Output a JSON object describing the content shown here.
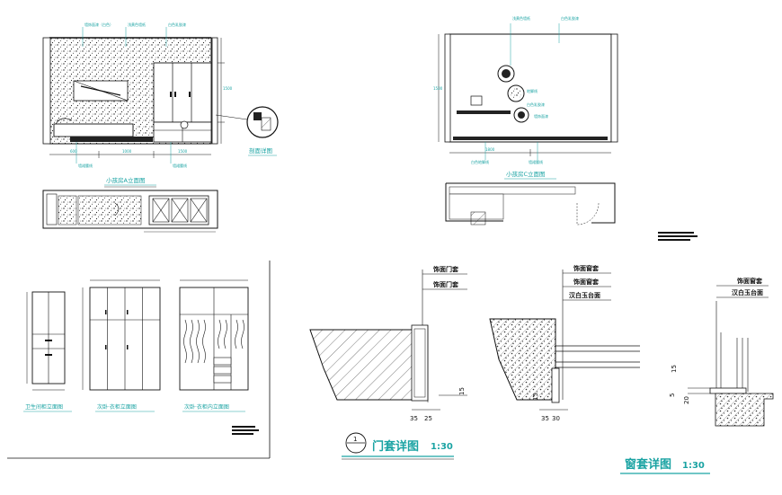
{
  "colors": {
    "line": "#111111",
    "cyan": "#1aa3a3",
    "paper": "#ffffff"
  },
  "drawings": {
    "elevation_a": {
      "caption": "小孩房A立面图",
      "leader_top": [
        "墙饰面漆（白色）",
        "浅黄色墙纸",
        "白色乳胶漆"
      ],
      "leader_bottom": [
        "墙裙腰线",
        "墙裙腰线"
      ],
      "section_label": "剖面详图",
      "dims": [
        "600",
        "1000",
        "1500",
        "1500"
      ]
    },
    "elevation_c": {
      "caption": "小孩房C立面图",
      "leader_top": [
        "浅黄色墙纸",
        "白色乳胶漆"
      ],
      "leader_mid": [
        "地脚线",
        "白色乳胶漆",
        "墙饰面漆"
      ],
      "leader_bottom": [
        "白色地脚线",
        "墙裙腰线"
      ],
      "dims": [
        "1800",
        "1500"
      ]
    },
    "wardrobes": {
      "bath_cabinet": "卫生间柜立面图",
      "bedroom_outer": "次卧·衣柜立面图",
      "bedroom_inner": "次卧·衣柜内立面图"
    },
    "door_detail": {
      "title": "门套详图",
      "number": "1",
      "scale": "1:30",
      "labels": [
        "饰面门套",
        "饰面门套"
      ],
      "dims": [
        "35",
        "25"
      ],
      "side_dim": "15"
    },
    "window_detail_a": {
      "labels": [
        "饰面窗套",
        "饰面窗套",
        "汉白玉台面"
      ],
      "dims": [
        "35",
        "30"
      ],
      "side_dim": "15"
    },
    "window_detail_b": {
      "title": "窗套详图",
      "scale": "1:30",
      "labels": [
        "饰面窗套",
        "汉白玉台面"
      ],
      "dims": [
        "5",
        "15",
        "20"
      ]
    }
  }
}
